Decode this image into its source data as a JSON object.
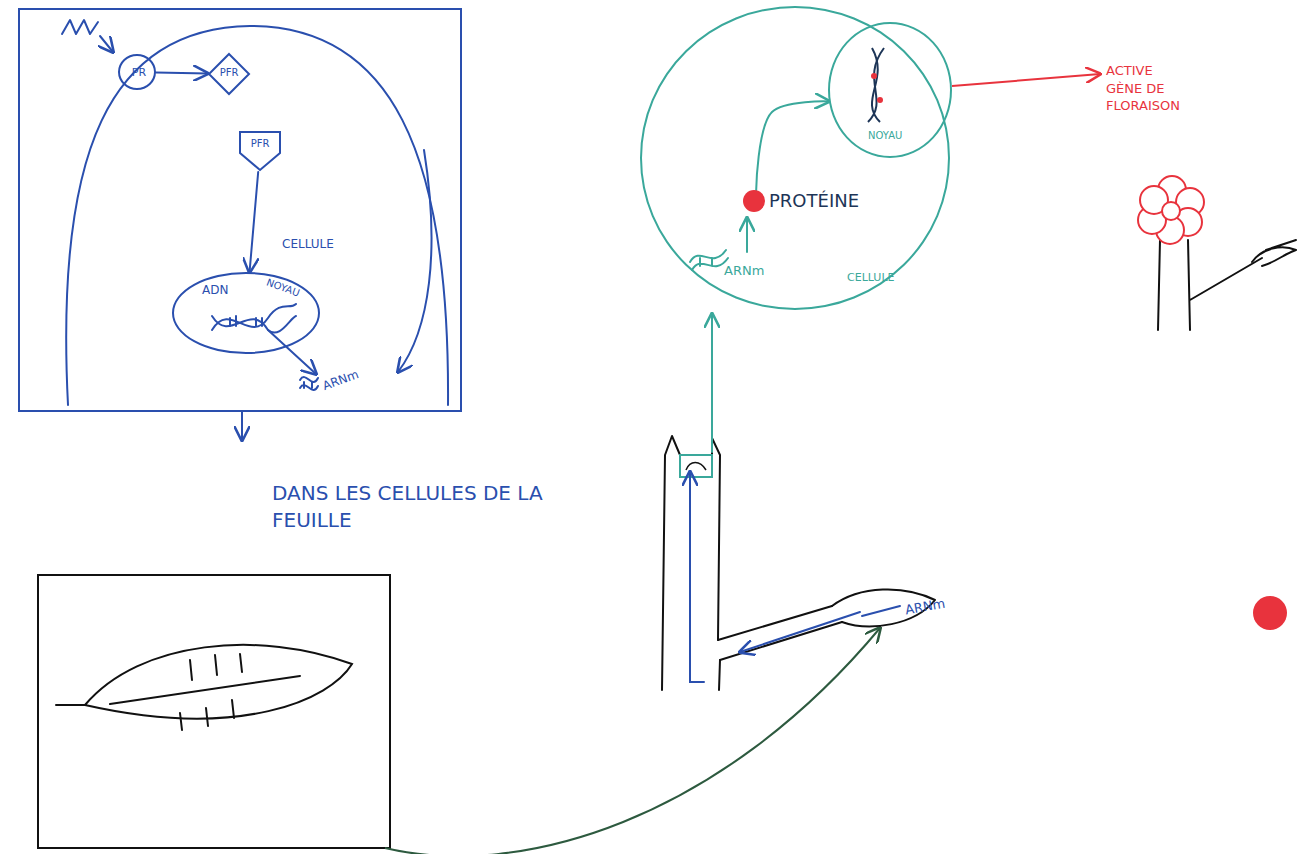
{
  "diagram": {
    "nodes": [
      {
        "text": [
          "CELLULE"
        ]
      },
      {
        "text": [
          "PR"
        ],
        "in": 0
      },
      {
        "text": [
          "PFR"
        ],
        "in": 0
      },
      {
        "text": [
          "PFR"
        ],
        "in": 0
      },
      {
        "text": [
          "ADN",
          "NOYAU"
        ],
        "in": 0
      },
      {
        "text": [
          "CELLULE"
        ]
      },
      {
        "text": [
          "NOYAU"
        ],
        "in": 5
      },
      {
        "text": [
          "PROTÉINE"
        ],
        "in": 5
      }
    ],
    "edges": [
      {
        "from": 1,
        "to": 2,
        "arrow": "to"
      },
      {
        "from": 3,
        "to": 4,
        "arrow": "to"
      },
      {
        "from": 7,
        "to": 6,
        "arrow": "to"
      }
    ],
    "labels": [
      "ARNm",
      "DANS LES CELLULES DE LA FEUILLE",
      "ARNm",
      "ACTIVE GÈNE DE FLORAISON",
      "ARNm"
    ]
  }
}
